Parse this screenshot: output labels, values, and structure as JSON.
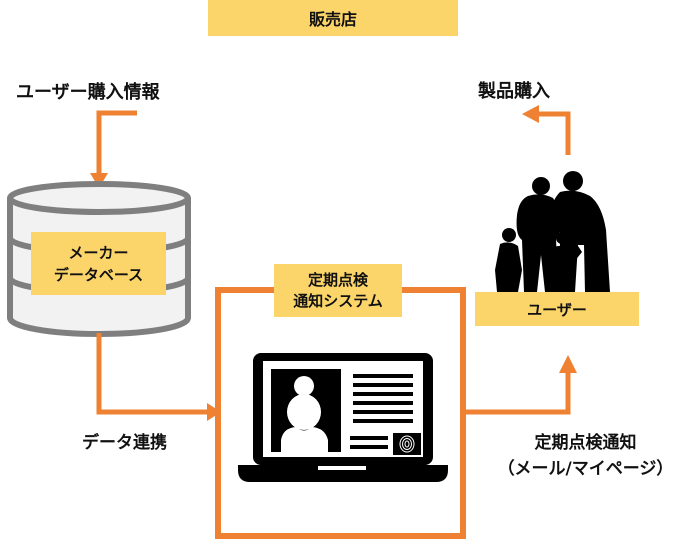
{
  "title_box": {
    "label": "販売店"
  },
  "left": {
    "input_label": "ユーザー購入情報",
    "database_label_line1": "メーカー",
    "database_label_line2": "データベース",
    "link_label": "データ連携"
  },
  "center": {
    "system_label_line1": "定期点検",
    "system_label_line2": "通知システム"
  },
  "right": {
    "purchase_label": "製品購入",
    "user_label": "ユーザー",
    "notify_label_line1": "定期点検通知",
    "notify_label_line2": "（メール/マイページ）"
  },
  "colors": {
    "accent_orange": "#ee8132",
    "label_yellow": "#fcd56a",
    "db_gray": "#7f7f7f",
    "db_fill": "#f2f2f2"
  }
}
